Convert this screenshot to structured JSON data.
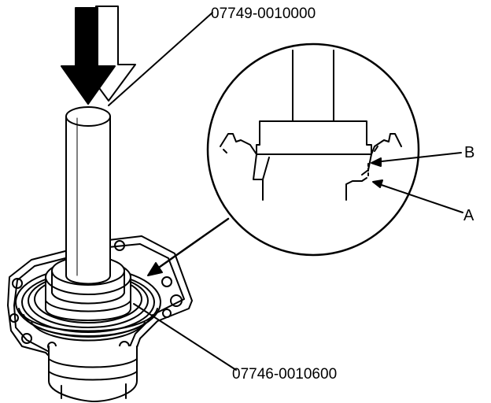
{
  "labels": {
    "top_tool_part_number": "07749-0010000",
    "bottom_tool_part_number": "07746-0010600",
    "callout_b": "B",
    "callout_a": "A"
  },
  "colors": {
    "line": "#000000",
    "background": "#ffffff",
    "press_arrow_fill": "#000000"
  },
  "icons": {
    "press_direction": "down-arrow-icon"
  }
}
